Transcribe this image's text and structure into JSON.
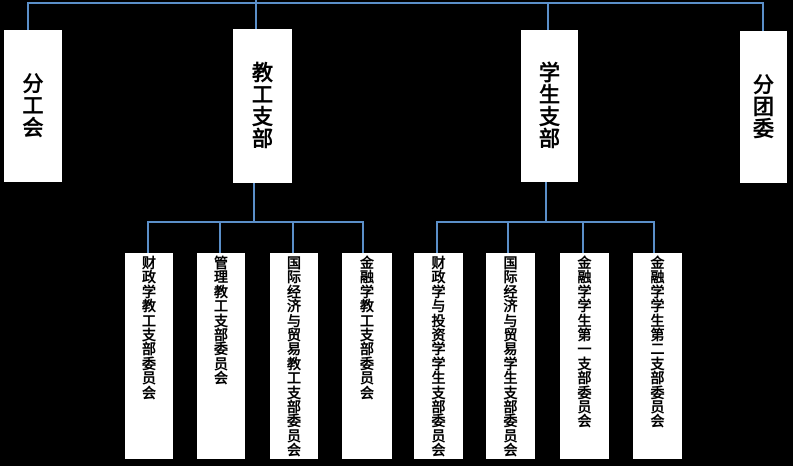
{
  "colors": {
    "background": "#000000",
    "box_fill": "#ffffff",
    "box_text": "#000000",
    "connector": "#5b8fc9"
  },
  "nodes": {
    "top": [
      {
        "label": "分工会"
      },
      {
        "label": "教工支部"
      },
      {
        "label": "学生支部"
      },
      {
        "label": "分团委"
      }
    ],
    "teacher_branches": [
      {
        "label": "财政学教工支部委员会"
      },
      {
        "label": "管理教工支部委员会"
      },
      {
        "label": "国际经济与贸易教工支部委员会"
      },
      {
        "label": "金融学教工支部委员会"
      }
    ],
    "student_branches": [
      {
        "label": "财政学与投资学学生支部委员会"
      },
      {
        "label": "国际经济与贸易学生支部委员会"
      },
      {
        "label": "金融学学生第一支部委员会"
      },
      {
        "label": "金融学学生第二支部委员会"
      }
    ]
  }
}
